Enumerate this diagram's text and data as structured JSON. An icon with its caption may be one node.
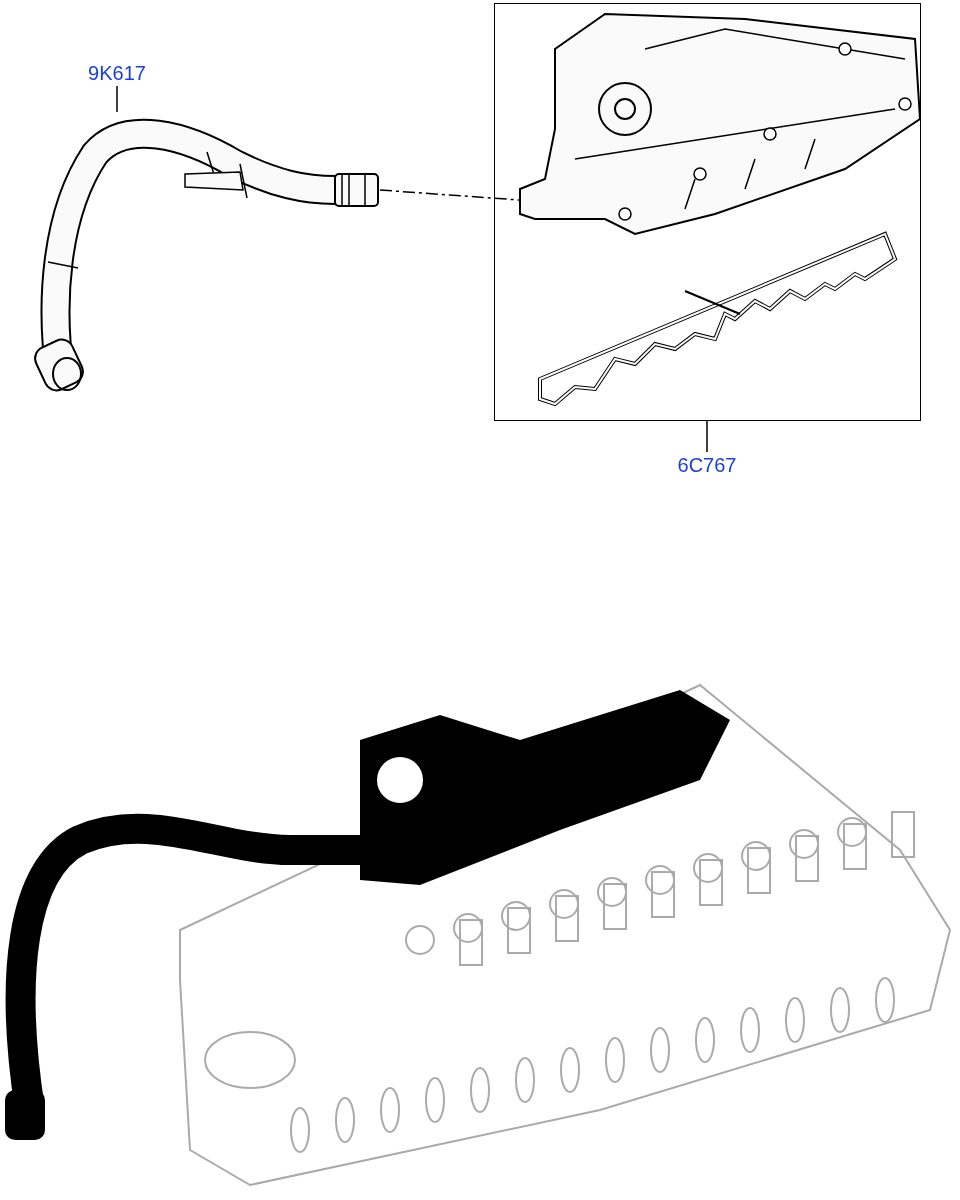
{
  "diagram": {
    "nodes": [
      {
        "text": [
          "9K617"
        ]
      },
      {
        "text": [],
        "shape": "picture"
      },
      {
        "text": [],
        "shape": "box"
      },
      {
        "text": [],
        "shape": "picture",
        "in": 2
      },
      {
        "text": [],
        "shape": "picture",
        "in": 2
      },
      {
        "text": [
          "6C767"
        ]
      },
      {
        "text": [],
        "shape": "picture"
      }
    ],
    "edges": [
      {
        "from": 0,
        "to": 1,
        "arrow": "none"
      },
      {
        "from": 5,
        "to": 2,
        "arrow": "none"
      },
      {
        "from": 1,
        "to": 3,
        "arrow": "none",
        "style": "dashed"
      }
    ]
  }
}
